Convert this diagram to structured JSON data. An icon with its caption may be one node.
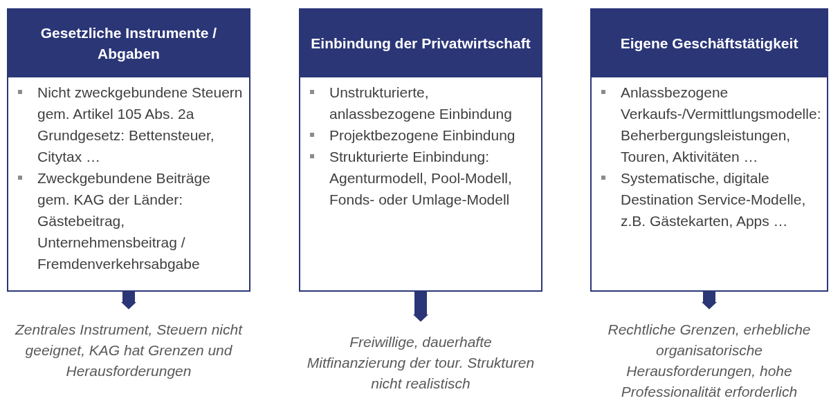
{
  "diagram": {
    "nodes": [
      {
        "text": [
          "Gesetzliche Instrumente / Abgaben",
          "Nicht zweckgebundene Steuern gem. Artikel 105 Abs. 2a Grundgesetz: Bettensteuer, Citytax …",
          "Zweckgebundene Beiträge gem. KAG der Länder: Gästebeitrag, Unternehmensbeitrag / Fremdenverkehrsabgabe"
        ]
      },
      {
        "text": [
          "Einbindung der Privatwirtschaft",
          "Unstrukturierte, anlassbezogene Einbindung",
          "Projektbezogene Einbindung",
          "Strukturierte Einbindung: Agenturmodell, Pool-Modell, Fonds- oder Umlage-Modell"
        ]
      },
      {
        "text": [
          "Eigene Geschäftstätigkeit",
          "Anlassbezogene Verkaufs-/Vermittlungsmodelle: Beherbergungsleistungen, Touren, Aktivitäten …",
          "Systematische, digitale Destination Service-Modelle, z.B. Gästekarten, Apps …"
        ]
      },
      {
        "text": [
          "Zentrales Instrument, Steuern nicht geeignet, KAG hat Grenzen und Herausforderungen"
        ]
      },
      {
        "text": [
          "Freiwillige, dauerhafte Mitfinanzierung der tour. Strukturen nicht realistisch"
        ]
      },
      {
        "text": [
          "Rechtliche Grenzen, erhebliche organisatorische Herausforderungen, hohe Professionalität erforderlich"
        ]
      }
    ],
    "edges": [
      {
        "from": 0,
        "to": 3,
        "arrow": "to"
      },
      {
        "from": 1,
        "to": 4,
        "arrow": "to"
      },
      {
        "from": 2,
        "to": 5,
        "arrow": "to"
      }
    ]
  }
}
